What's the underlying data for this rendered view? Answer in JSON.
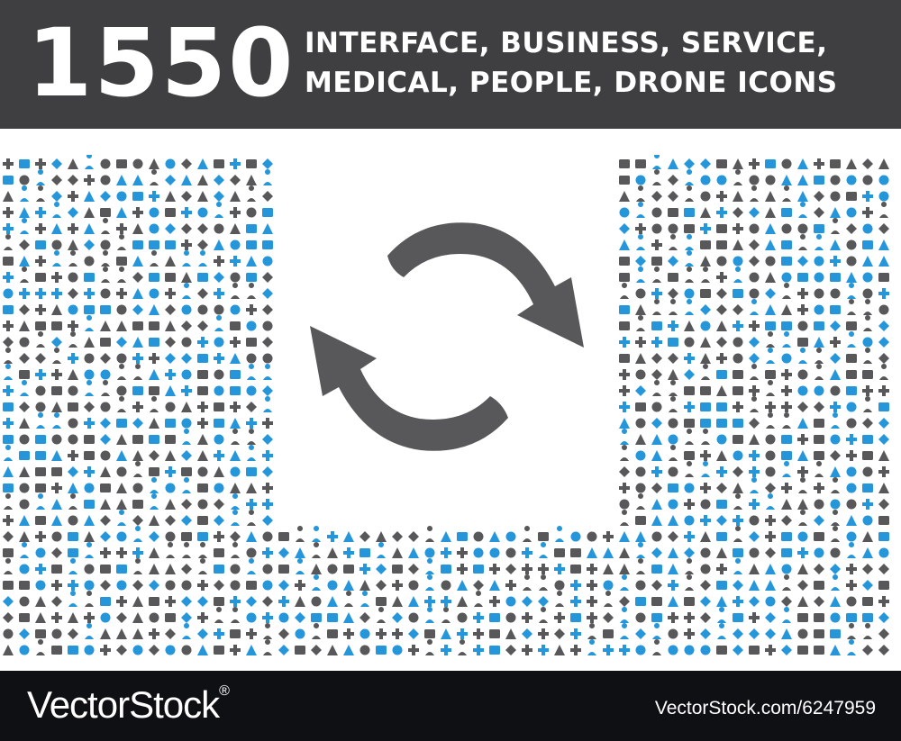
{
  "header": {
    "count": "1550",
    "line1": "INTERFACE, BUSINESS, SERVICE,",
    "line2": "MEDICAL, PEOPLE, DRONE ICONS"
  },
  "featured_icon": {
    "name": "refresh-icon",
    "color": "#58585a"
  },
  "palette": {
    "banner_bg": "#3f3f41",
    "icon_dark": "#58585a",
    "icon_blue": "#2496d9",
    "footer_bg": "#0e1014"
  },
  "footer": {
    "brand": "VectorStock",
    "brand_mark": "®",
    "image_ref": "VectorStock.com/6247959"
  }
}
